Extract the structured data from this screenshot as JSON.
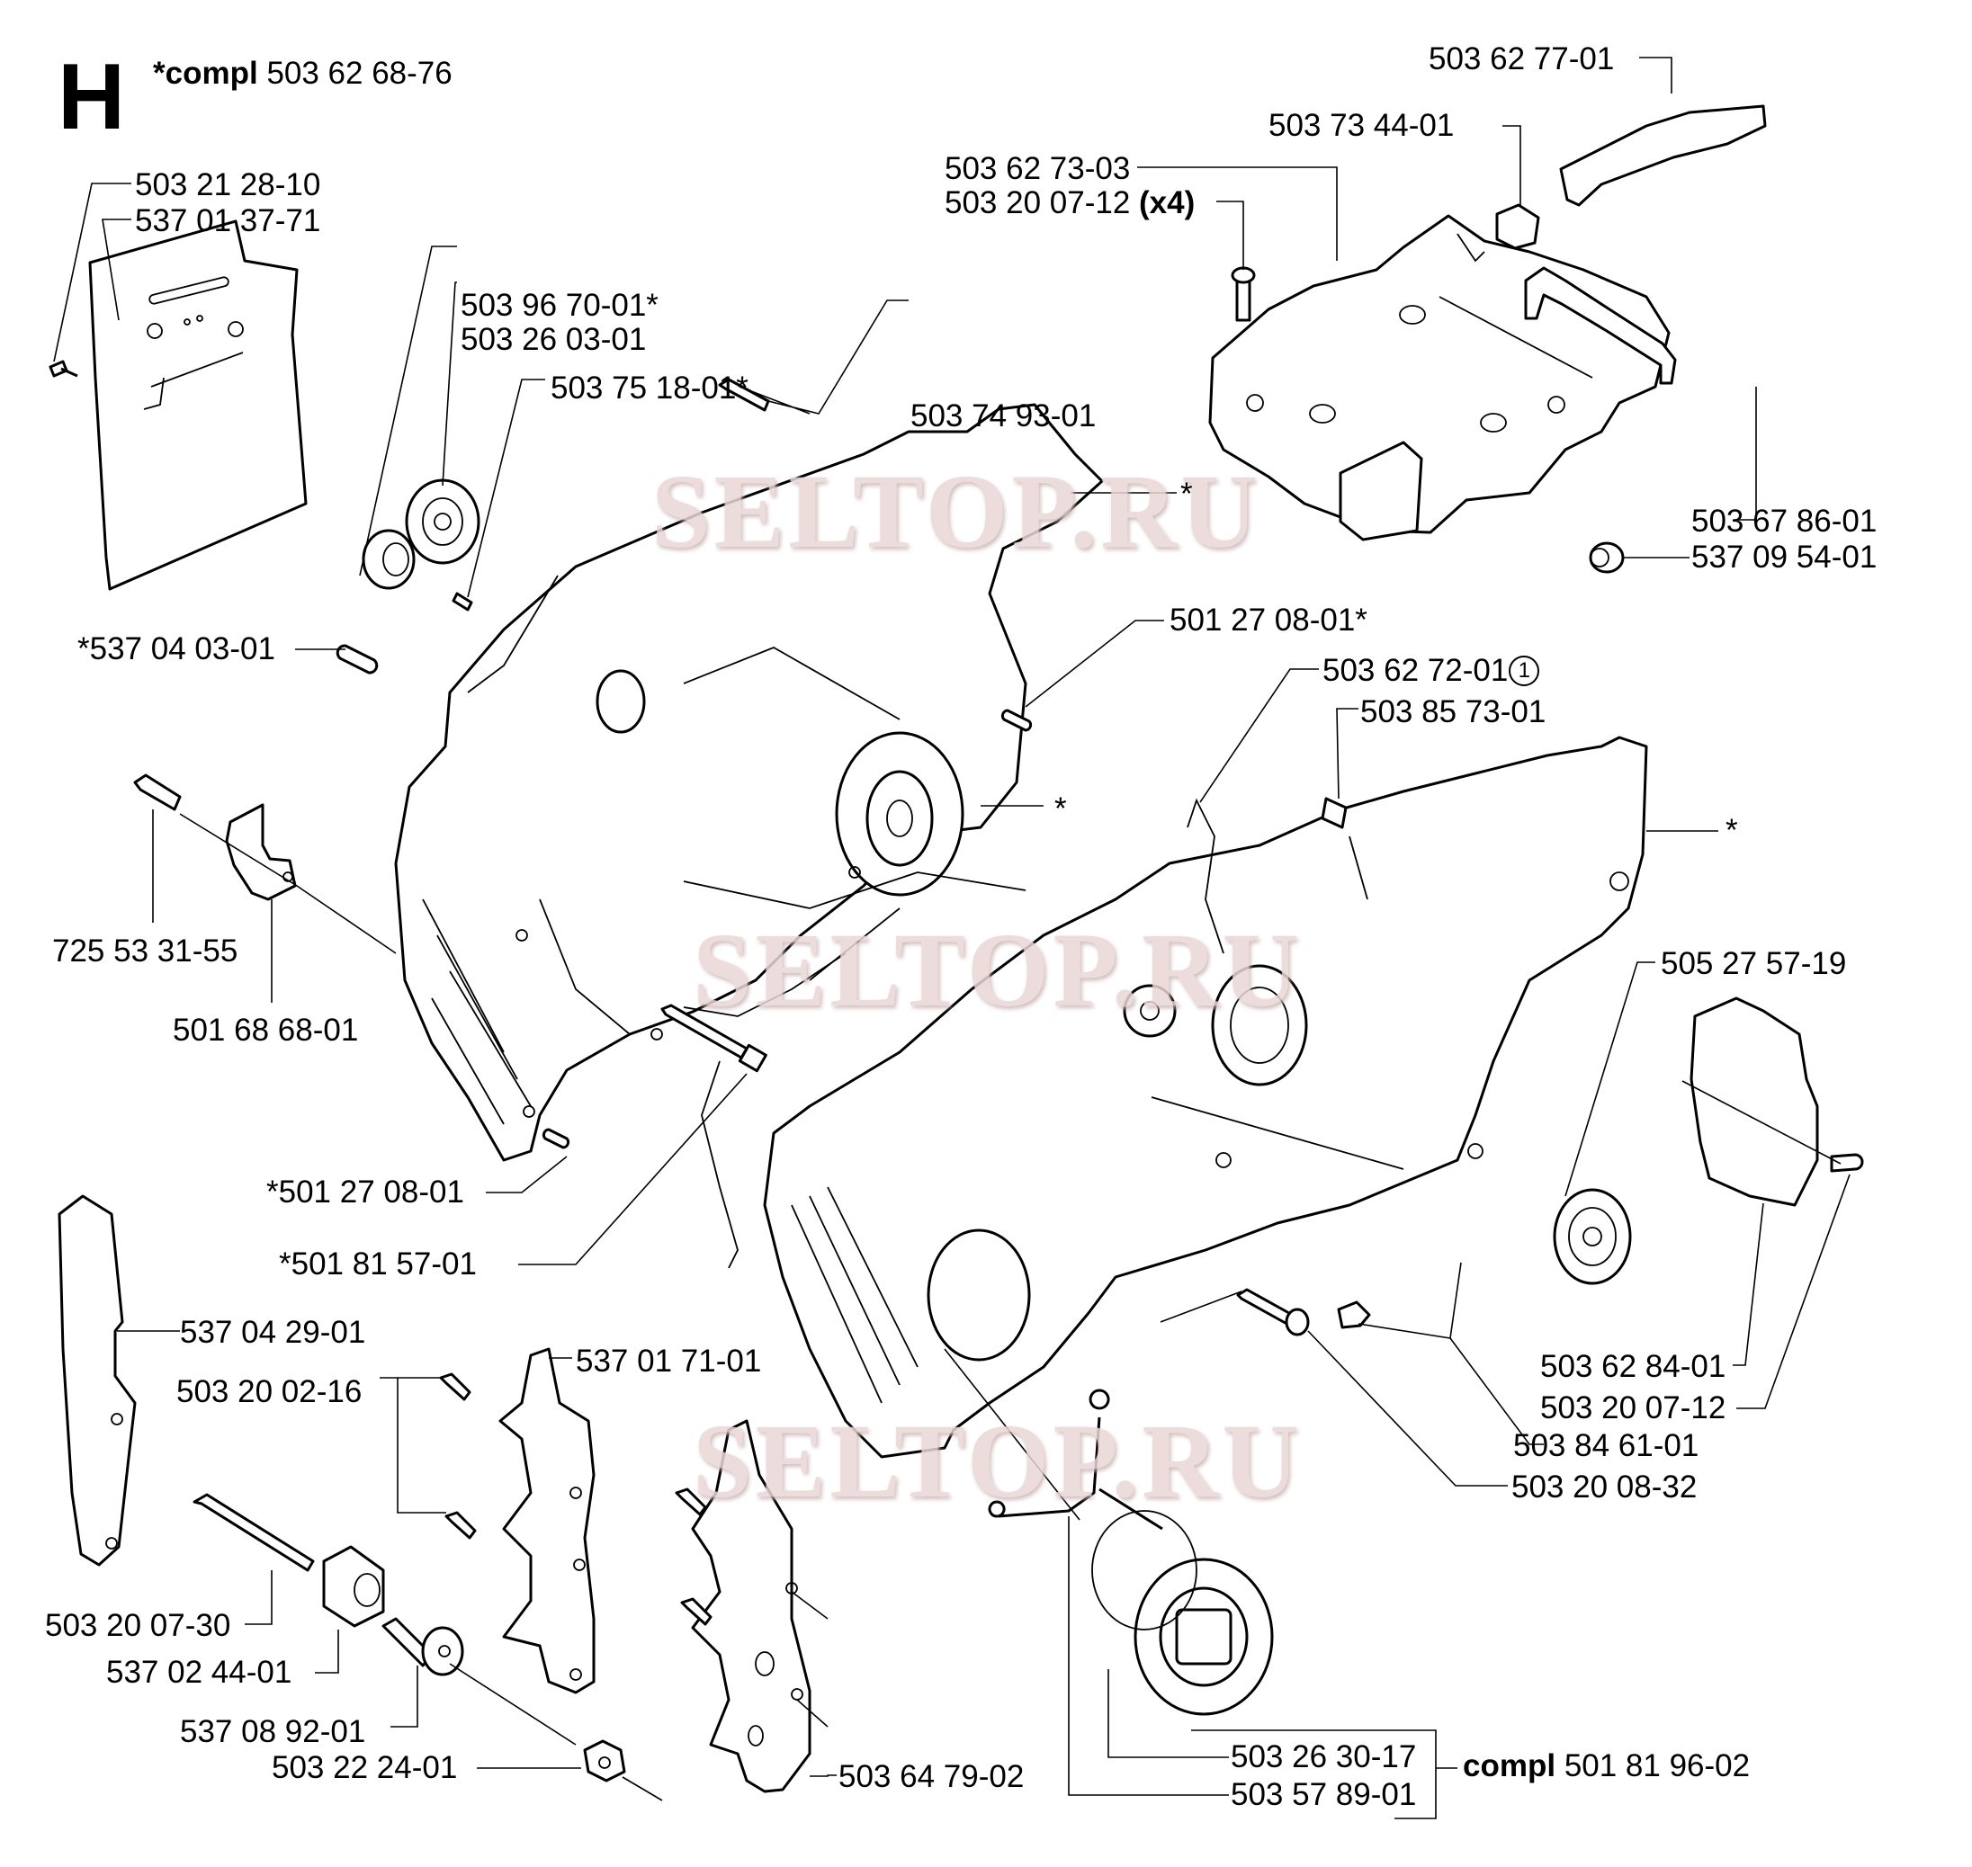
{
  "section_letter": "H",
  "assembly": {
    "prefix": "*compl",
    "number": "503 62 68-76"
  },
  "watermark": "SELTOP.RU",
  "colors": {
    "line": "#000000",
    "watermark": "#e9d6d6",
    "background": "#ffffff"
  },
  "labels": {
    "l1": "503 21 28-10",
    "l2": "537 01 37-71",
    "l3": "503 96 70-01*",
    "l4": "503 26 03-01",
    "l5": "503 75 18-01*",
    "l6": "503 74 93-01",
    "l7": "*537 04 03-01",
    "l8": "501 27 08-01*",
    "l9": "725 53 31-55",
    "l10": "501 68 68-01",
    "l11": "*501 27 08-01",
    "l12": "*501 81 57-01",
    "l13": "537 04 29-01",
    "l14": "537 01 71-01",
    "l15": "503 20 02-16",
    "l16": "503 20 07-30",
    "l17": "537 02 44-01",
    "l18": "537 08 92-01",
    "l19": "503 22 24-01",
    "l20": "503 64 79-02",
    "l21": "503 62 77-01",
    "l22": "503 73 44-01",
    "l23": "503 62 73-03",
    "l24": "503 20 07-12",
    "l24_qty": "(x4)",
    "l25": "503 67 86-01",
    "l26": "537 09 54-01",
    "l27": "503 62 72-01",
    "l27_note": "1",
    "l28": "503 85 73-01",
    "l29": "505 27 57-19",
    "l30": "503 62 84-01",
    "l31": "503 20 07-12",
    "l32": "503 84 61-01",
    "l33": "503 20 08-32",
    "l34": "503 26 30-17",
    "l35": "503 57 89-01",
    "compl2_prefix": "compl",
    "compl2_number": "501 81 96-02",
    "asterisk": "*"
  }
}
